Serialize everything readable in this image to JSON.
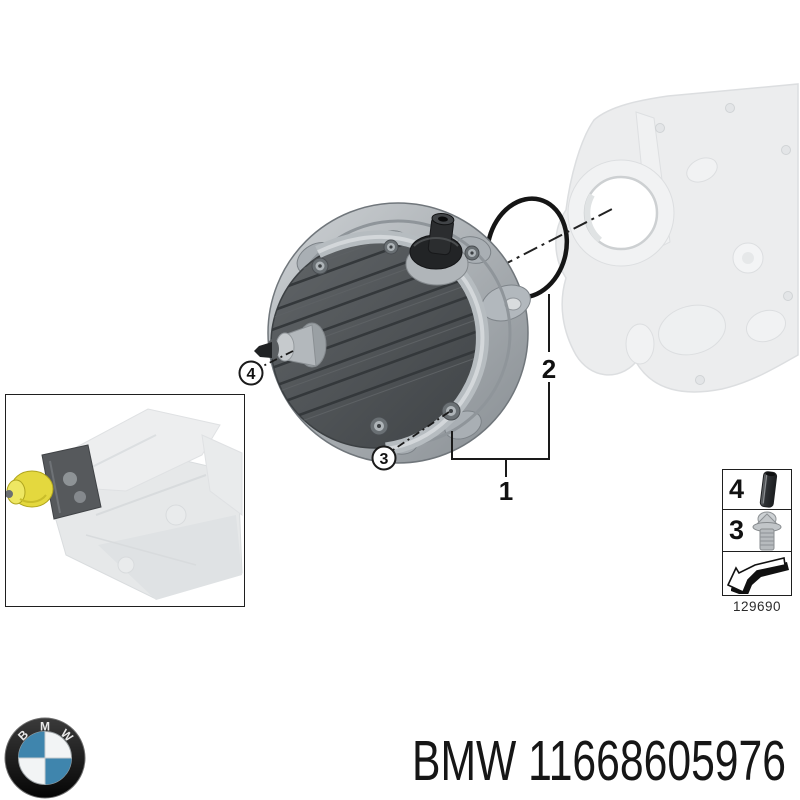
{
  "colors": {
    "bmw_blue": "#3f85ad",
    "highlight_yellow": "#e4d83e",
    "line": "#1a1a1a"
  },
  "diagram": {
    "callouts": {
      "item1": "1",
      "item2": "2",
      "item3": "3",
      "item4": "4"
    },
    "legend": {
      "pin_label": "4",
      "bolt_label": "3",
      "diagram_code": "129690"
    }
  },
  "icons": {
    "legend_pin": "seal-pin-icon",
    "legend_bolt": "flange-bolt-icon",
    "legend_arrow": "install-direction-arrow-icon",
    "footer_logo": "bmw-roundel-icon"
  },
  "footer": {
    "title": "BMW 11668605976",
    "logo_letters": [
      "B",
      "M",
      "W"
    ]
  }
}
